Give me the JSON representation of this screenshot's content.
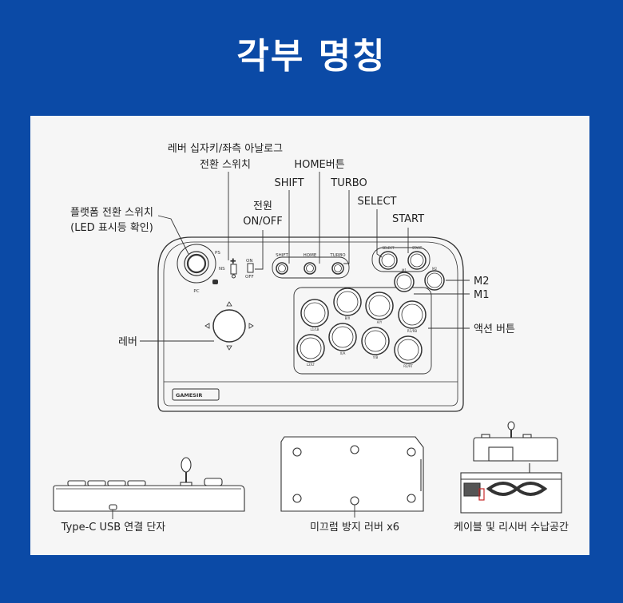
{
  "title": "각부 명칭",
  "labels": {
    "lever_switch_1": "레버 십자키/좌측 아날로그",
    "lever_switch_2": "전환 스위치",
    "home": "HOME버튼",
    "shift": "SHIFT",
    "turbo": "TURBO",
    "power_1": "전원",
    "power_2": "ON/OFF",
    "select": "SELECT",
    "start": "START",
    "platform_1": "플랫폼 전환 스위치",
    "platform_2": "(LED 표시등 확인)",
    "m2": "M2",
    "m1": "M1",
    "action": "액션 버튼",
    "lever": "레버",
    "typec": "Type-C USB 연결 단자",
    "rubber": "미끄럼 방지 러버 x6",
    "storage": "케이블 및 리시버 수납공간"
  },
  "panel_text": {
    "ps": "PS",
    "ns": "NS",
    "pc": "PC",
    "on": "ON",
    "off": "OFF",
    "shift": "SHIFT",
    "home": "HOME",
    "turbo": "TURBO",
    "select": "SELECT",
    "start": "START",
    "m1": "M1",
    "m2": "M2",
    "brand": "GAMESIR"
  },
  "action_button_labels": [
    "L1/LB",
    "B/X",
    "A/Y",
    "R1/RB",
    "L2/LT",
    "X/A",
    "Y/B",
    "R2/RT"
  ],
  "colors": {
    "background": "#0b4aa6",
    "panel": "#f6f6f6",
    "line": "#333333"
  }
}
